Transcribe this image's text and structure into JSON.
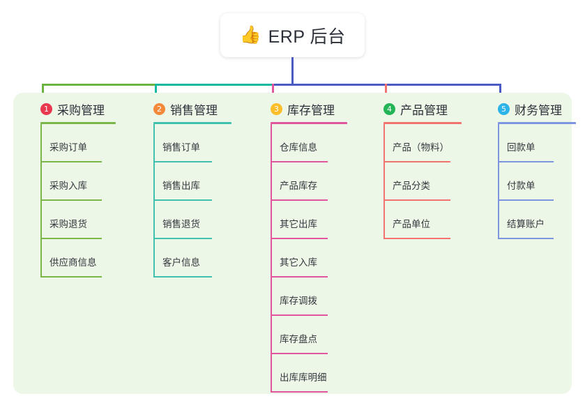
{
  "root": {
    "icon": "thumbs-up-icon",
    "emoji": "👍",
    "title": "ERP 后台",
    "connector_color": "#4a5bc4"
  },
  "panel": {
    "background": "#edf7e7"
  },
  "connector_bar": {
    "segments": [
      {
        "name": "segment-green",
        "color": "#6cb33f"
      },
      {
        "name": "segment-teal",
        "color": "#12b8a0"
      },
      {
        "name": "segment-blue",
        "color": "#4a5bc4"
      }
    ]
  },
  "columns": [
    {
      "number": "1",
      "title": "采购管理",
      "badge_color": "#e8384f",
      "line_color": "#7ab648",
      "drop_color": "#6cb33f",
      "items": [
        "采购订单",
        "采购入库",
        "采购退货",
        "供应商信息"
      ]
    },
    {
      "number": "2",
      "title": "销售管理",
      "badge_color": "#f2893b",
      "line_color": "#3fc1ad",
      "drop_color": "#12b8a0",
      "items": [
        "销售订单",
        "销售出库",
        "销售退货",
        "客户信息"
      ]
    },
    {
      "number": "3",
      "title": "库存管理",
      "badge_color": "#fbbe2a",
      "line_color": "#e0559b",
      "drop_color": "#e0559b",
      "items": [
        "仓库信息",
        "产品库存",
        "其它出库",
        "其它入库",
        "库存调拨",
        "库存盘点",
        "出库库明细"
      ]
    },
    {
      "number": "4",
      "title": "产品管理",
      "badge_color": "#22b455",
      "line_color": "#f2726f",
      "drop_color": "#f2726f",
      "items": [
        "产品（物料）",
        "产品分类",
        "产品单位"
      ]
    },
    {
      "number": "5",
      "title": "财务管理",
      "badge_color": "#2cb3e8",
      "line_color": "#7d95e0",
      "drop_color": "#4a5bc4",
      "items": [
        "回款单",
        "付款单",
        "结算账户"
      ]
    }
  ]
}
